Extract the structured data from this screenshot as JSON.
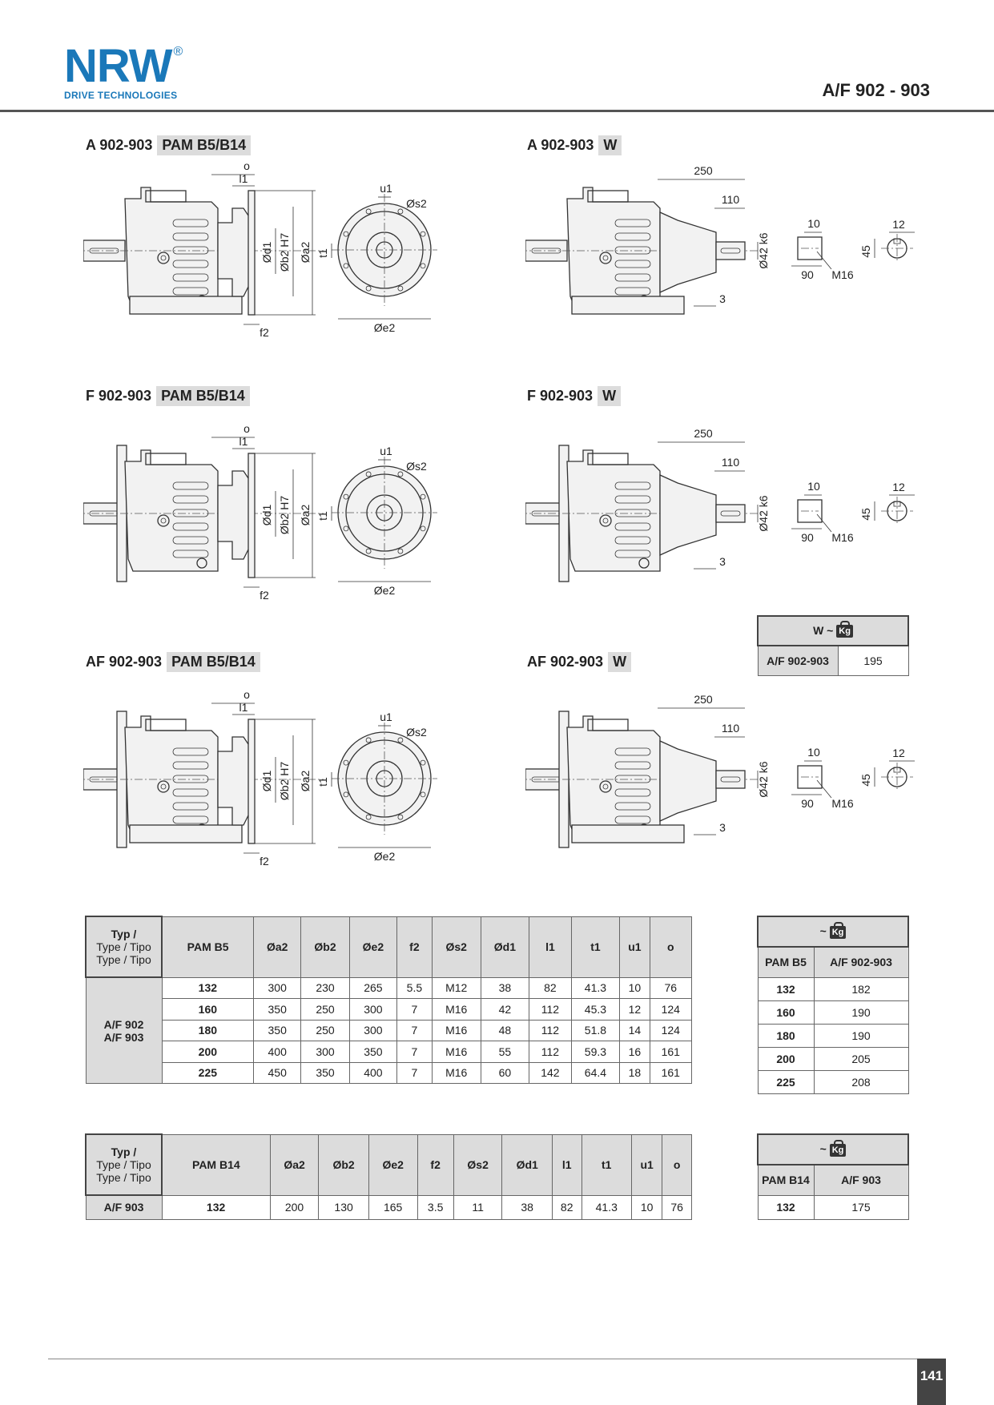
{
  "header": {
    "logo_text": "NRW",
    "logo_reg": "®",
    "logo_sub": "DRIVE TECHNOLOGIES",
    "title": "A/F 902 - 903"
  },
  "sections": {
    "a_pam": {
      "model": "A 902-903",
      "tag": "PAM B5/B14"
    },
    "a_w": {
      "model": "A 902-903",
      "tag": "W"
    },
    "f_pam": {
      "model": "F 902-903",
      "tag": "PAM B5/B14"
    },
    "f_w": {
      "model": "F 902-903",
      "tag": "W"
    },
    "af_pam": {
      "model": "AF 902-903",
      "tag": "PAM B5/B14"
    },
    "af_w": {
      "model": "AF 902-903",
      "tag": "W"
    }
  },
  "dims": {
    "o": "o",
    "l1": "l1",
    "f2": "f2",
    "d1": "Ød1",
    "b2": "Øb2 H7",
    "a2": "Øa2",
    "u1": "u1",
    "s2": "Øs2",
    "t1": "t1",
    "e2": "Øe2",
    "w250": "250",
    "w110": "110",
    "w3": "3",
    "w42": "Ø42 k6",
    "k10": "10",
    "k90": "90",
    "m16": "M16",
    "k12": "12",
    "k45": "45"
  },
  "w_weight": {
    "header_prefix": "W ~",
    "kg_icon": "Kg",
    "row_label": "A/F 902-903",
    "row_value": "195"
  },
  "table_b5": {
    "type_head": [
      "Typ /",
      "Type / Tipo",
      "Type / Tipo"
    ],
    "columns": [
      "PAM B5",
      "Øa2",
      "Øb2",
      "Øe2",
      "f2",
      "Øs2",
      "Ød1",
      "l1",
      "t1",
      "u1",
      "o"
    ],
    "group_label": [
      "A/F 902",
      "A/F 903"
    ],
    "rows": [
      [
        "132",
        "300",
        "230",
        "265",
        "5.5",
        "M12",
        "38",
        "82",
        "41.3",
        "10",
        "76"
      ],
      [
        "160",
        "350",
        "250",
        "300",
        "7",
        "M16",
        "42",
        "112",
        "45.3",
        "12",
        "124"
      ],
      [
        "180",
        "350",
        "250",
        "300",
        "7",
        "M16",
        "48",
        "112",
        "51.8",
        "14",
        "124"
      ],
      [
        "200",
        "400",
        "300",
        "350",
        "7",
        "M16",
        "55",
        "112",
        "59.3",
        "16",
        "161"
      ],
      [
        "225",
        "450",
        "350",
        "400",
        "7",
        "M16",
        "60",
        "142",
        "64.4",
        "18",
        "161"
      ]
    ]
  },
  "weight_b5": {
    "header_prefix": "~",
    "kg_icon": "Kg",
    "columns": [
      "PAM B5",
      "A/F 902-903"
    ],
    "rows": [
      [
        "132",
        "182"
      ],
      [
        "160",
        "190"
      ],
      [
        "180",
        "190"
      ],
      [
        "200",
        "205"
      ],
      [
        "225",
        "208"
      ]
    ]
  },
  "table_b14": {
    "type_head": [
      "Typ /",
      "Type / Tipo",
      "Type / Tipo"
    ],
    "columns": [
      "PAM B14",
      "Øa2",
      "Øb2",
      "Øe2",
      "f2",
      "Øs2",
      "Ød1",
      "l1",
      "t1",
      "u1",
      "o"
    ],
    "row_label": "A/F 903",
    "rows": [
      [
        "132",
        "200",
        "130",
        "165",
        "3.5",
        "11",
        "38",
        "82",
        "41.3",
        "10",
        "76"
      ]
    ]
  },
  "weight_b14": {
    "header_prefix": "~",
    "kg_icon": "Kg",
    "columns": [
      "PAM B14",
      "A/F 903"
    ],
    "rows": [
      [
        "132",
        "175"
      ]
    ]
  },
  "footer": {
    "page": "141"
  }
}
